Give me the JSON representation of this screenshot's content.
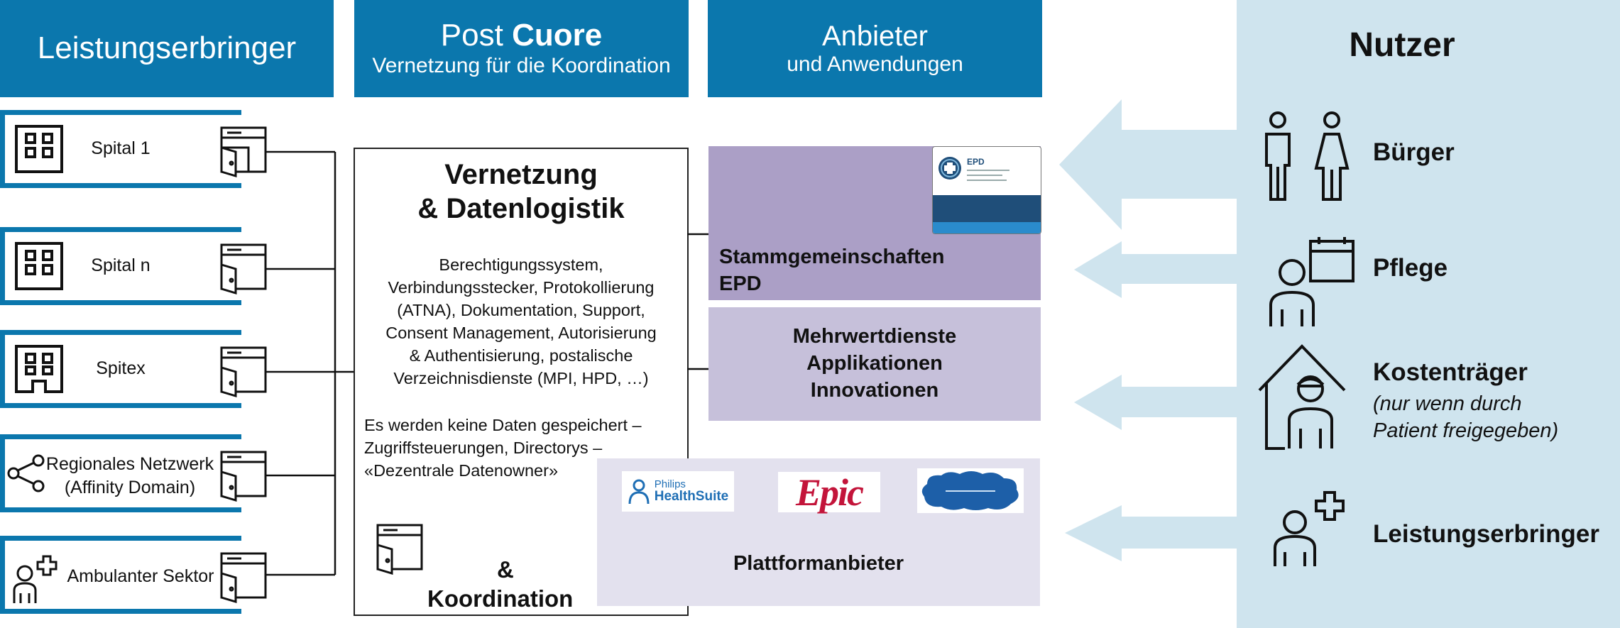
{
  "headers": {
    "leistungserbringer": "Leistungserbringer",
    "post_prefix": "Post ",
    "post_bold": "Cuore",
    "post_sub": "Vernetzung für die Koordination",
    "anbieter": "Anbieter",
    "anbieter_sub": "und Anwendungen",
    "nutzer": "Nutzer"
  },
  "providers": [
    {
      "label": "Spital 1",
      "icon": "building-icon"
    },
    {
      "label": "Spital n",
      "icon": "building-icon"
    },
    {
      "label": "Spitex",
      "icon": "building-icon"
    },
    {
      "label": "Regionales Netzwerk (Affinity Domain)",
      "line1": "Regionales Netzwerk",
      "line2": "(Affinity Domain)",
      "icon": "share-icon"
    },
    {
      "label": "Ambulanter Sektor",
      "icon": "person-plus-icon"
    }
  ],
  "center": {
    "title_line1": "Vernetzung",
    "title_line2": "& Datenlogistik",
    "services": [
      "Berechtigungssystem,",
      "Verbindungsstecker, Protokollierung",
      "(ATNA), Dokumentation, Support,",
      "Consent Management, Autorisierung",
      "& Authentisierung, postalische",
      "Verzeichnisdienste (MPI, HPD, …)"
    ],
    "note": [
      "Es werden keine Daten gespeichert –",
      "Zugriffsteuerungen, Directorys –",
      "«Dezentrale Datenowner»"
    ],
    "amp": "&",
    "koordination": "Koordination"
  },
  "anbieter_boxes": {
    "stamm_line1": "Stammgemeinschaften",
    "stamm_line2": "EPD",
    "mehr_line1": "Mehrwertdienste",
    "mehr_line2": "Applikationen",
    "mehr_line3": "Innovationen",
    "plattform": "Plattformanbieter"
  },
  "logos": {
    "philips_line1": "Philips",
    "philips_line2": "HealthSuite",
    "epic": "Epic",
    "epd_badge": "EPD"
  },
  "users": [
    {
      "label": "Bürger",
      "icon": "citizens-icon"
    },
    {
      "label": "Pflege",
      "icon": "nurse-calendar-icon"
    },
    {
      "label": "Kostenträger",
      "note_line1": "(nur wenn durch",
      "note_line2": "Patient freigegeben)",
      "icon": "house-person-icon"
    },
    {
      "label": "Leistungserbringer",
      "icon": "person-plus-icon"
    }
  ],
  "colors": {
    "header_blue": "#0b77ad",
    "light_blue": "#cfe4ee",
    "purple_dark": "#ab9fc6",
    "purple_mid": "#c6c0da",
    "purple_light": "#e3e1ee",
    "epic_red": "#c3143a"
  }
}
